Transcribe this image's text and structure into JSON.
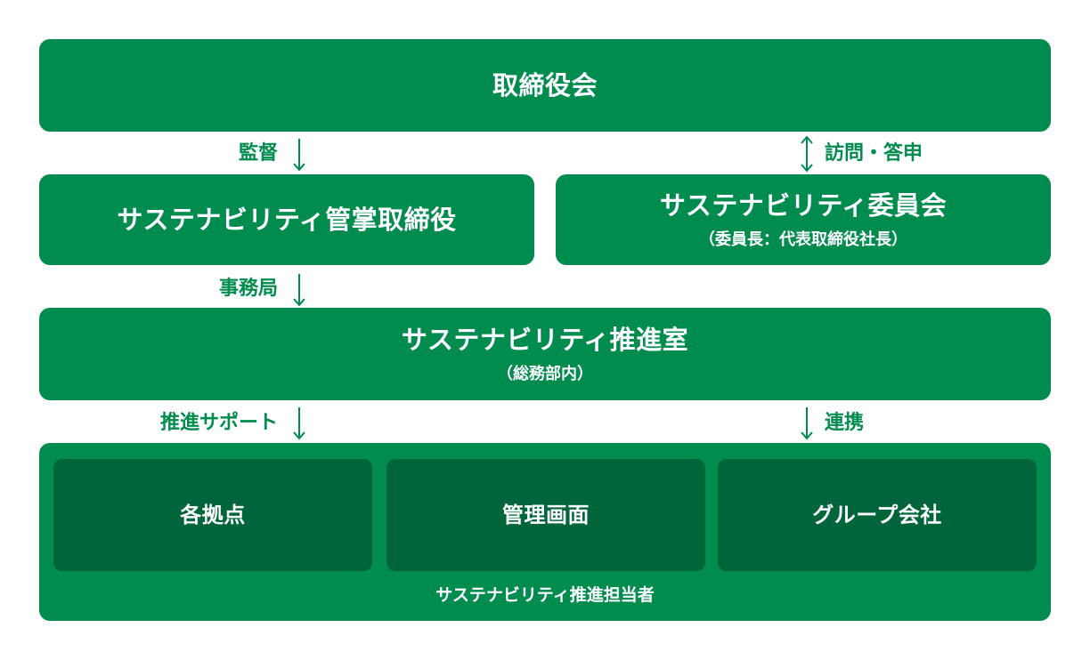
{
  "colors": {
    "green": "#008c4f",
    "dark_green": "#00653a",
    "text_on_green": "#ffffff"
  },
  "board": {
    "title": "取締役会"
  },
  "links": {
    "supervision": "監督",
    "visit_reply": "訪問・答申",
    "secretariat": "事務局",
    "promotion_support": "推進サポート",
    "cooperation": "連携"
  },
  "officer": {
    "title": "サステナビリティ管掌取締役"
  },
  "committee": {
    "title": "サステナビリティ委員会",
    "subtitle": "（委員長：代表取締役社長）"
  },
  "office": {
    "title": "サステナビリティ推進室",
    "subtitle": "（総務部内）"
  },
  "units": {
    "items": [
      {
        "label": "各拠点"
      },
      {
        "label": "管理画面"
      },
      {
        "label": "グループ会社"
      }
    ],
    "footer": "サステナビリティ推進担当者"
  }
}
